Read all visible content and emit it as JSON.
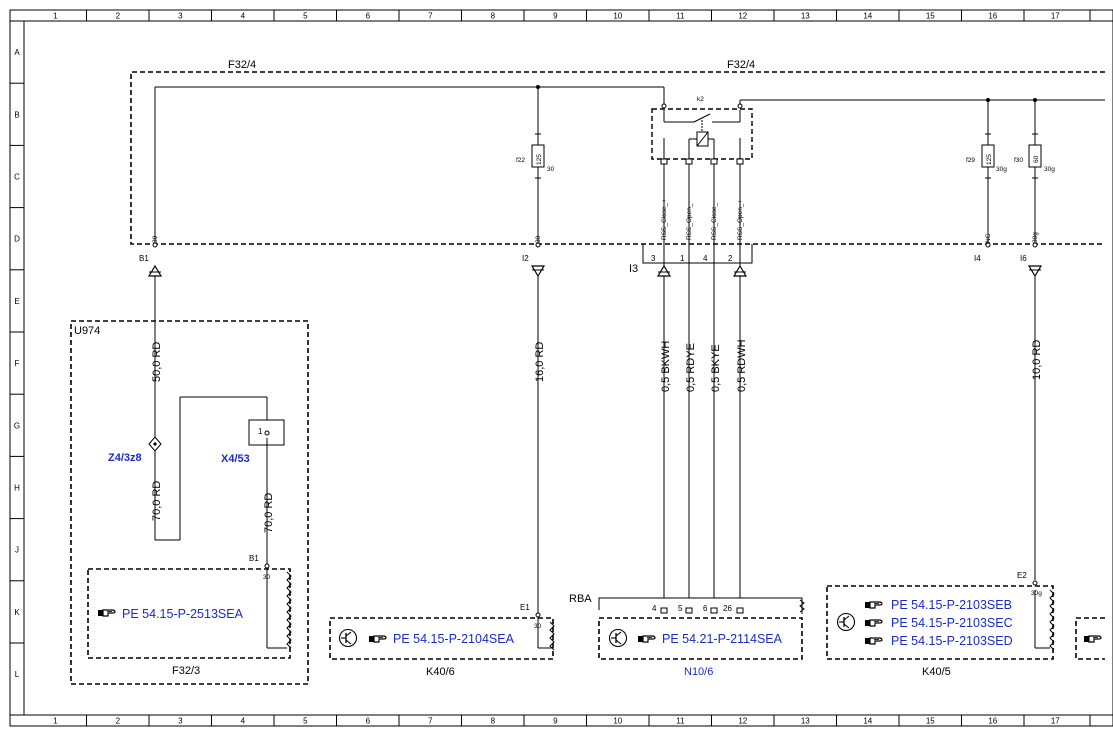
{
  "grid": {
    "columns": [
      "1",
      "2",
      "3",
      "4",
      "5",
      "6",
      "7",
      "8",
      "9",
      "10",
      "11",
      "12",
      "13",
      "14",
      "15",
      "16",
      "17"
    ],
    "rows": [
      "A",
      "B",
      "C",
      "D",
      "E",
      "F",
      "G",
      "H",
      "J",
      "K",
      "L"
    ]
  },
  "frames": {
    "f32_4_left": "F32/4",
    "f32_4_right": "F32/4",
    "u974": "U974",
    "f32_3": "F32/3",
    "k40_6": "K40/6",
    "n10_6": "N10/6",
    "k40_5": "K40/5"
  },
  "relay": {
    "label": "k2"
  },
  "fuses": [
    {
      "ref": "f22",
      "rating": "125",
      "terminal": "30"
    },
    {
      "ref": "f29",
      "rating": "125",
      "terminal": "30g"
    },
    {
      "ref": "f30",
      "rating": "60",
      "terminal": "30g"
    }
  ],
  "pins": {
    "b1_top": "B1",
    "i2": "I2",
    "i3": "I3",
    "i4": "I4",
    "i6": "I6",
    "b1_lower": "B1",
    "e1": "E1",
    "e2": "E2",
    "rba": "RBA",
    "t30_a": "30",
    "t30_b": "30",
    "t30_c": "30",
    "t30_d": "30",
    "tnc": "NC",
    "t30g_a": "30g",
    "t30g_b": "30g"
  },
  "relay_pins": [
    "RSS_Close_+",
    "RSS_Open_-",
    "RSS_Close_-",
    "RSS_Open_+"
  ],
  "connector_i3_pins": [
    "3",
    "1",
    "4",
    "2"
  ],
  "n10_pins": [
    "4",
    "5",
    "6",
    "26"
  ],
  "x4_pin": "1",
  "wires": {
    "w_50rd": "50,0 RD",
    "w_70rd_a": "70,0 RD",
    "w_70rd_b": "70,0 RD",
    "w_16rd": "16,0 RD",
    "w_bkwh": "0,5 BKWH",
    "w_rdye": "0,5 RDYE",
    "w_bkye": "0,5 BKYE",
    "w_rdwh": "0,5 RDWH",
    "w_10rd": "10,0 RD"
  },
  "components": {
    "z4": "Z4/3z8",
    "x4": "X4/53"
  },
  "references": {
    "pe_2513": "PE 54.15-P-2513SEA",
    "pe_2104": "PE 54.15-P-2104SEA",
    "pe_2114": "PE 54.21-P-2114SEA",
    "pe_2103b": "PE 54.15-P-2103SEB",
    "pe_2103c": "PE 54.15-P-2103SEC",
    "pe_2103d": "PE 54.15-P-2103SED"
  },
  "colors": {
    "line": "#000000",
    "link": "#1a2bc8"
  }
}
